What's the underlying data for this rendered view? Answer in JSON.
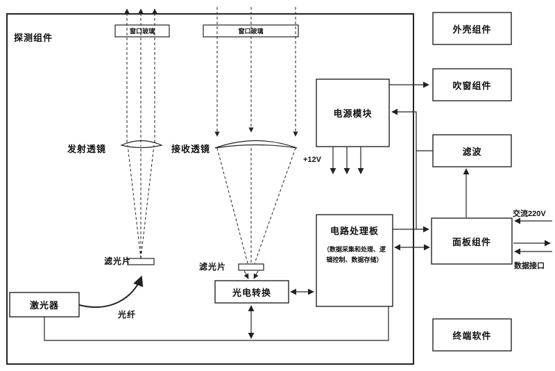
{
  "colors": {
    "line": "#222222",
    "background": "#ffffff"
  },
  "diagram": {
    "outer_label": "探测组件",
    "boxes": {
      "window_glass_1": "窗口玻璃",
      "window_glass_2": "窗口玻璃",
      "laser": "激光器",
      "photoelectric_converter": "光电转换",
      "power_module": "电源模块",
      "circuit_board_title": "电路处理板",
      "circuit_board_subtitle": "（数据采集和处理、逻辑控制、数据存储）",
      "housing": "外壳组件",
      "window_blower": "吹窗组件",
      "filter_block": "滤波",
      "panel": "面板组件",
      "terminal_software": "终端软件"
    },
    "labels": {
      "transmit_lens": "发射透镜",
      "receive_lens": "接收透镜",
      "filter_1": "滤光片",
      "filter_2": "滤光片",
      "optical_fiber": "光纤",
      "plus_12v": "+12V",
      "ac_220v": "交流220V",
      "data_interface": "数据接口"
    }
  }
}
